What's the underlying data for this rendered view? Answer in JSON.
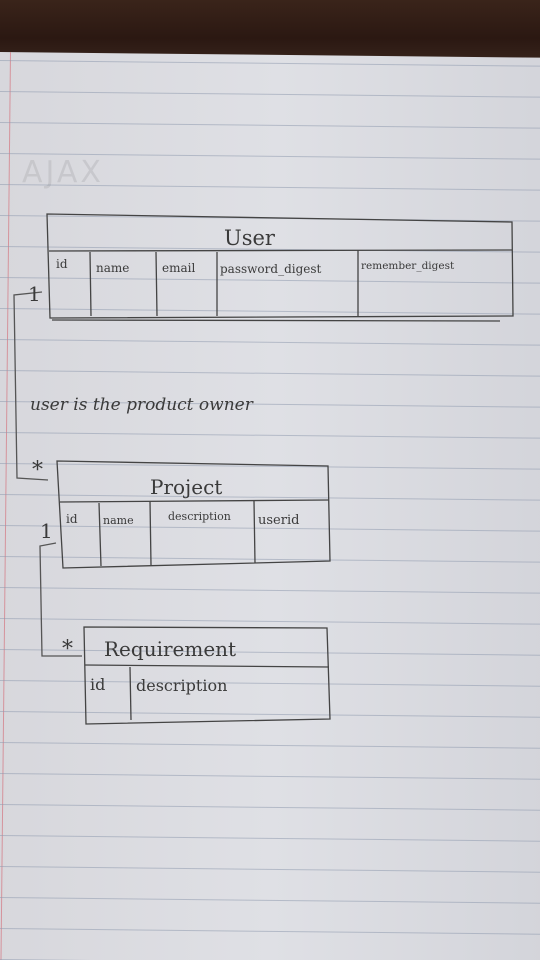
{
  "diagram": {
    "faded_heading": "AJAX",
    "note": "user is the product owner",
    "tables": [
      {
        "name": "User",
        "columns": [
          "id",
          "name",
          "email",
          "password_digest",
          "remember_digest"
        ]
      },
      {
        "name": "Project",
        "columns": [
          "id",
          "name",
          "description",
          "userid"
        ]
      },
      {
        "name": "Requirement",
        "columns": [
          "id",
          "description"
        ]
      }
    ],
    "relations": [
      {
        "from": "User",
        "to": "Project",
        "from_label": "1",
        "to_label": "*"
      },
      {
        "from": "Project",
        "to": "Requirement",
        "from_label": "1",
        "to_label": "*"
      }
    ]
  }
}
